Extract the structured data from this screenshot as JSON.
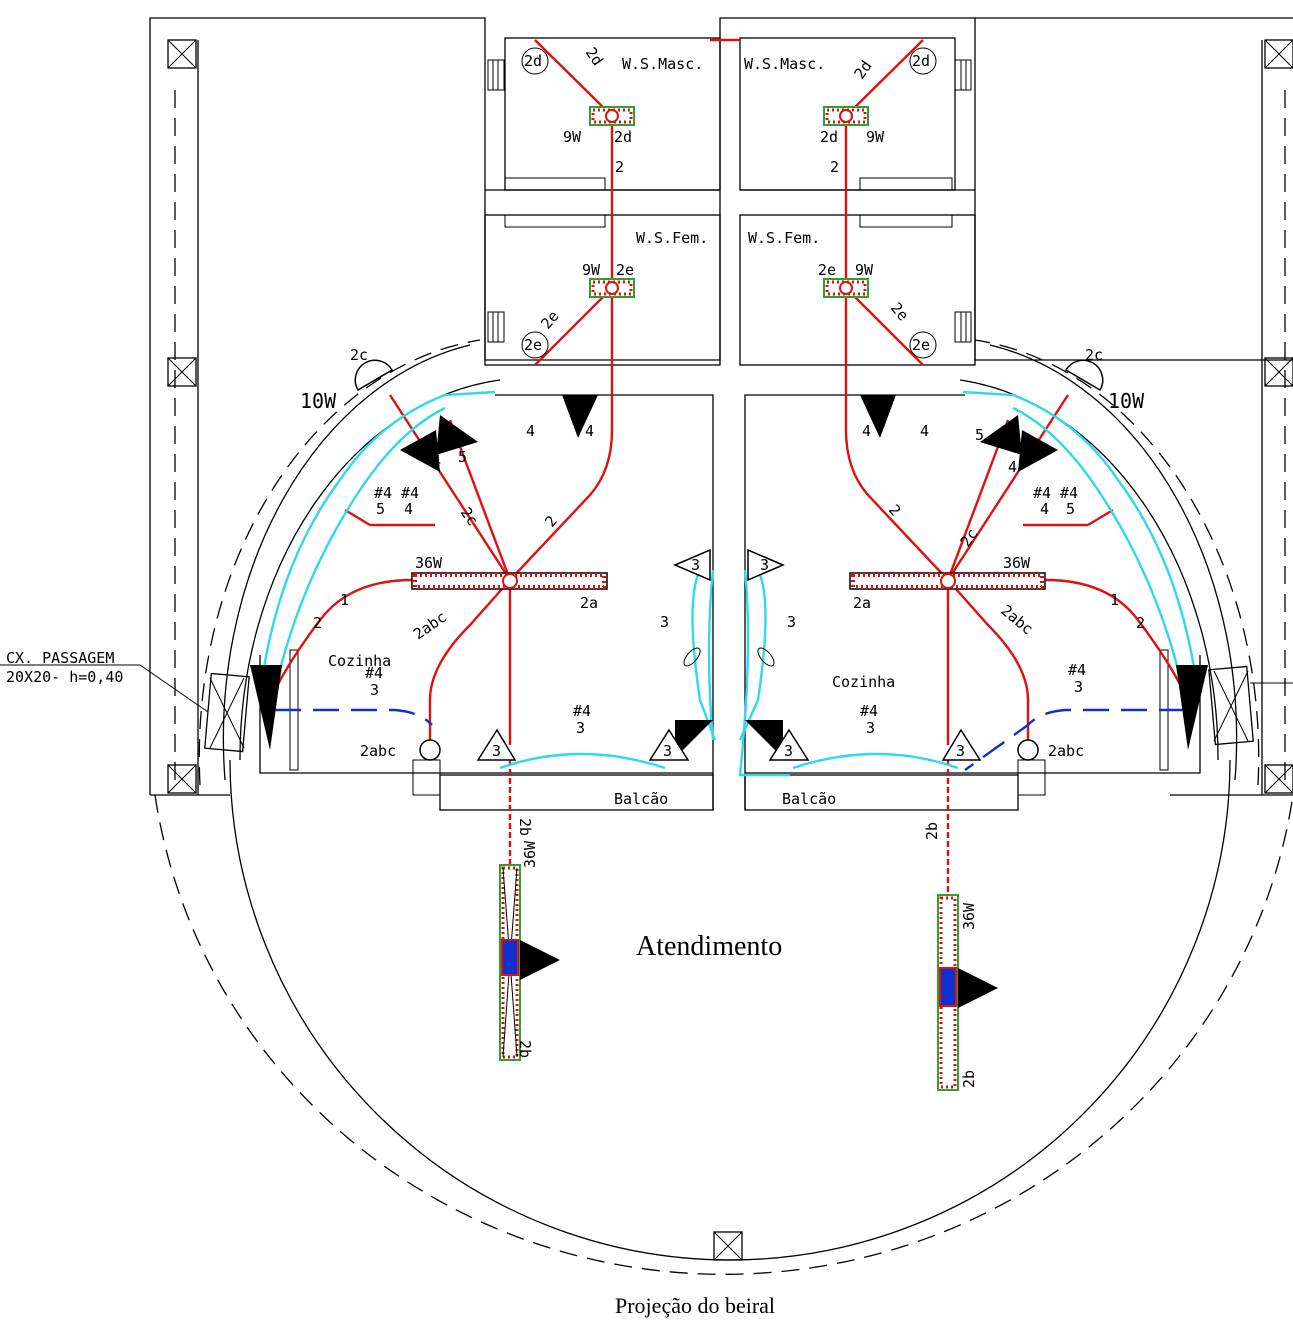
{
  "rooms": {
    "ws_masc_left": "W.S.Masc.",
    "ws_masc_right": "W.S.Masc.",
    "ws_fem_left": "W.S.Fem.",
    "ws_fem_right": "W.S.Fem.",
    "cozinha_left": "Cozinha",
    "cozinha_right": "Cozinha",
    "balcao_left": "Balcão",
    "balcao_right": "Balcão",
    "atendimento": "Atendimento",
    "projecao": "Projeção do beiral"
  },
  "passagem": {
    "line1": "CX. PASSAGEM",
    "line2": "20X20- h=0,40"
  },
  "labels": {
    "w10": "10W",
    "w36": "36W",
    "w9": "9W",
    "c2a": "2a",
    "c2b": "2b",
    "c2c": "2c",
    "c2d": "2d",
    "c2e": "2e",
    "c2abc": "2abc",
    "c2": "2",
    "c1": "1",
    "c3": "3",
    "c4": "4",
    "c5": "5",
    "h4": "#4"
  },
  "colors": {
    "lighting_circuit": "#e01010",
    "outlet_circuit": "#2fd8ea",
    "floor_conduit": "#1030d0",
    "fixture_fill": "#d02020",
    "fixture_border": "#30a030"
  }
}
